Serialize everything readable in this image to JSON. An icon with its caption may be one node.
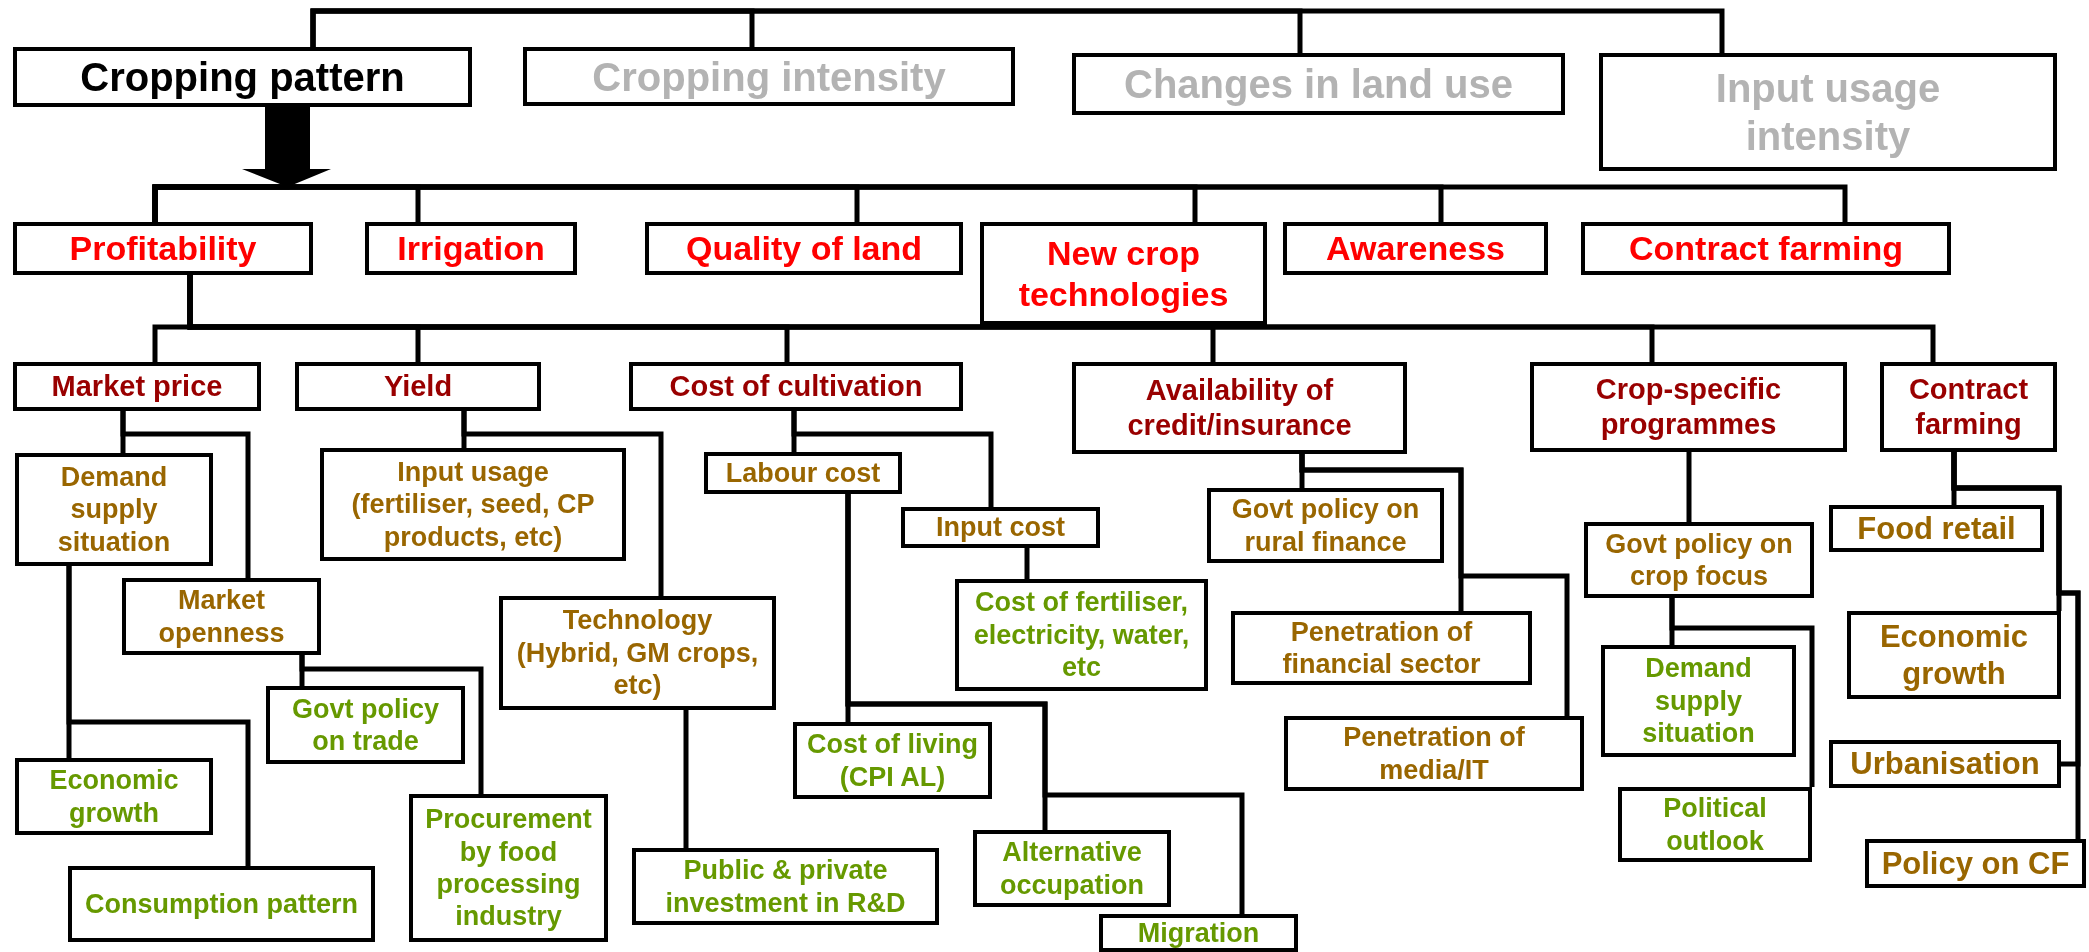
{
  "diagram": {
    "nodes": [
      {
        "text": [
          "Cropping pattern"
        ]
      },
      {
        "text": [
          "Cropping intensity"
        ]
      },
      {
        "text": [
          "Changes in land use"
        ]
      },
      {
        "text": [
          "Input usage intensity"
        ]
      },
      {
        "text": [
          "Profitability"
        ]
      },
      {
        "text": [
          "Irrigation"
        ]
      },
      {
        "text": [
          "Quality of land"
        ]
      },
      {
        "text": [
          "New crop technologies"
        ]
      },
      {
        "text": [
          "Awareness"
        ]
      },
      {
        "text": [
          "Contract farming"
        ]
      },
      {
        "text": [
          "Market price"
        ]
      },
      {
        "text": [
          "Yield"
        ]
      },
      {
        "text": [
          "Cost of cultivation"
        ]
      },
      {
        "text": [
          "Availability of credit/insurance"
        ]
      },
      {
        "text": [
          "Crop-specific programmes"
        ]
      },
      {
        "text": [
          "Contract farming"
        ]
      },
      {
        "text": [
          "Demand supply situation"
        ]
      },
      {
        "text": [
          "Input usage (fertiliser, seed, CP products, etc)"
        ]
      },
      {
        "text": [
          "Labour cost"
        ]
      },
      {
        "text": [
          "Govt policy on rural finance"
        ]
      },
      {
        "text": [
          "Govt policy on crop focus"
        ]
      },
      {
        "text": [
          "Food retail"
        ]
      },
      {
        "text": [
          "Market openness"
        ]
      },
      {
        "text": [
          "Input cost"
        ]
      },
      {
        "text": [
          "Technology (Hybrid, GM crops, etc)"
        ]
      },
      {
        "text": [
          "Penetration of financial sector"
        ]
      },
      {
        "text": [
          "Cost of fertiliser, electricity, water, etc"
        ]
      },
      {
        "text": [
          "Demand supply situation"
        ]
      },
      {
        "text": [
          "Economic growth"
        ]
      },
      {
        "text": [
          "Govt policy on trade"
        ]
      },
      {
        "text": [
          "Cost of living (CPI AL)"
        ]
      },
      {
        "text": [
          "Penetration of media/IT"
        ]
      },
      {
        "text": [
          "Urbanisation"
        ]
      },
      {
        "text": [
          "Economic growth"
        ]
      },
      {
        "text": [
          "Procurement by food processing industry"
        ]
      },
      {
        "text": [
          "Political outlook"
        ]
      },
      {
        "text": [
          "Public & private investment in R&D"
        ]
      },
      {
        "text": [
          "Alternative occupation"
        ]
      },
      {
        "text": [
          "Policy on CF"
        ]
      },
      {
        "text": [
          "Consumption pattern"
        ]
      },
      {
        "text": [
          "Migration"
        ]
      }
    ],
    "edges": [
      {
        "from": 0,
        "to": 1,
        "arrow": "none"
      },
      {
        "from": 0,
        "to": 2,
        "arrow": "none"
      },
      {
        "from": 0,
        "to": 3,
        "arrow": "none"
      },
      {
        "from": 0,
        "to": 4,
        "arrow": "to",
        "style": "thick"
      },
      {
        "from": 4,
        "to": 5,
        "arrow": "none"
      },
      {
        "from": 4,
        "to": 6,
        "arrow": "none"
      },
      {
        "from": 4,
        "to": 7,
        "arrow": "none"
      },
      {
        "from": 4,
        "to": 8,
        "arrow": "none"
      },
      {
        "from": 4,
        "to": 9,
        "arrow": "none"
      },
      {
        "from": 4,
        "to": 10,
        "arrow": "none"
      },
      {
        "from": 4,
        "to": 11,
        "arrow": "none"
      },
      {
        "from": 4,
        "to": 12,
        "arrow": "none"
      },
      {
        "from": 4,
        "to": 13,
        "arrow": "none"
      },
      {
        "from": 4,
        "to": 14,
        "arrow": "none"
      },
      {
        "from": 4,
        "to": 15,
        "arrow": "none"
      },
      {
        "from": 10,
        "to": 16,
        "arrow": "none"
      },
      {
        "from": 10,
        "to": 22,
        "arrow": "none"
      },
      {
        "from": 16,
        "to": 33,
        "arrow": "none"
      },
      {
        "from": 16,
        "to": 39,
        "arrow": "none"
      },
      {
        "from": 22,
        "to": 29,
        "arrow": "none"
      },
      {
        "from": 22,
        "to": 34,
        "arrow": "none"
      },
      {
        "from": 11,
        "to": 17,
        "arrow": "none"
      },
      {
        "from": 11,
        "to": 24,
        "arrow": "none"
      },
      {
        "from": 24,
        "to": 36,
        "arrow": "none"
      },
      {
        "from": 12,
        "to": 18,
        "arrow": "none"
      },
      {
        "from": 12,
        "to": 23,
        "arrow": "none"
      },
      {
        "from": 23,
        "to": 26,
        "arrow": "none"
      },
      {
        "from": 18,
        "to": 30,
        "arrow": "none"
      },
      {
        "from": 18,
        "to": 37,
        "arrow": "none"
      },
      {
        "from": 18,
        "to": 40,
        "arrow": "none"
      },
      {
        "from": 13,
        "to": 19,
        "arrow": "none"
      },
      {
        "from": 13,
        "to": 25,
        "arrow": "none"
      },
      {
        "from": 13,
        "to": 31,
        "arrow": "none"
      },
      {
        "from": 14,
        "to": 20,
        "arrow": "none"
      },
      {
        "from": 20,
        "to": 27,
        "arrow": "none"
      },
      {
        "from": 20,
        "to": 35,
        "arrow": "none"
      },
      {
        "from": 15,
        "to": 21,
        "arrow": "none"
      },
      {
        "from": 15,
        "to": 28,
        "arrow": "none"
      },
      {
        "from": 15,
        "to": 32,
        "arrow": "none"
      },
      {
        "from": 15,
        "to": 38,
        "arrow": "none"
      }
    ]
  }
}
